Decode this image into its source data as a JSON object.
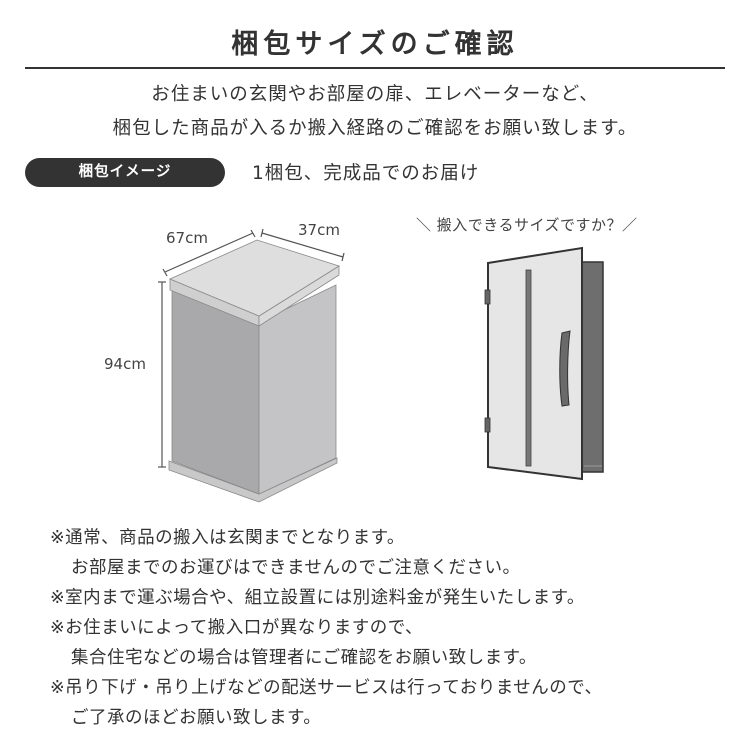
{
  "header": {
    "title": "梱包サイズのご確認"
  },
  "intro": {
    "line1": "お住まいの玄関やお部屋の扉、エレベーターなど、",
    "line2": "梱包した商品が入るか搬入経路のご確認をお願い致します。"
  },
  "package": {
    "badge_label": "梱包イメージ",
    "description": "1梱包、完成品でのお届け",
    "width_label": "67cm",
    "depth_label": "37cm",
    "height_label": "94cm"
  },
  "door": {
    "question": "＼ 搬入できるサイズですか？／"
  },
  "notes": [
    {
      "text": "※通常、商品の搬入は玄関までとなります。",
      "indent": false
    },
    {
      "text": "お部屋までのお運びはできませんのでご注意ください。",
      "indent": true
    },
    {
      "text": "※室内まで運ぶ場合や、組立設置には別途料金が発生いたします。",
      "indent": false
    },
    {
      "text": "※お住まいによって搬入口が異なりますので、",
      "indent": false
    },
    {
      "text": "集合住宅などの場合は管理者にご確認をお願い致します。",
      "indent": true
    },
    {
      "text": "※吊り下げ・吊り上げなどの配送サービスは行っておりませんので、",
      "indent": false
    },
    {
      "text": "ご了承のほどお願い致します。",
      "indent": true
    }
  ],
  "colors": {
    "text": "#333333",
    "badge_bg": "#333333",
    "box_top": "#dcdcdc",
    "box_left": "#a9a9ab",
    "box_right": "#c4c4c6",
    "door_face": "#e6e6e6",
    "door_back": "#6e6e6e"
  }
}
